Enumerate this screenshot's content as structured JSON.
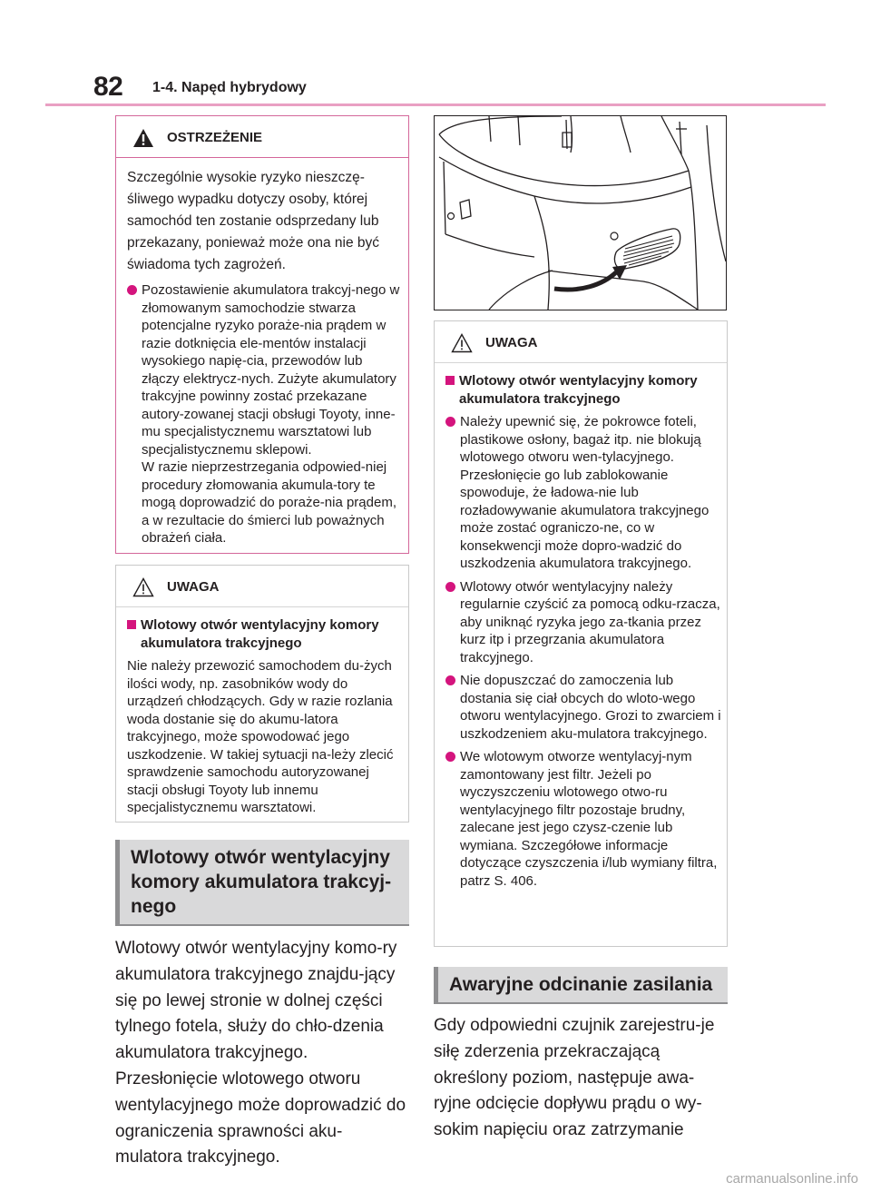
{
  "header": {
    "page_number": "82",
    "section": "1-4. Napęd hybrydowy"
  },
  "left": {
    "warning": {
      "title": "OSTRZEŻENIE",
      "intro": "Szczególnie wysokie ryzyko nieszczę-śliwego wypadku dotyczy osoby, której samochód ten zostanie odsprzedany lub przekazany, ponieważ może ona nie być świadoma tych zagrożeń.",
      "bullet": "Pozostawienie akumulatora trakcyj-nego w złomowanym samochodzie stwarza potencjalne ryzyko poraże-nia prądem w razie dotknięcia ele-mentów instalacji wysokiego napię-cia, przewodów lub złączy elektrycz-nych. Zużyte akumulatory trakcyjne powinny zostać przekazane autory-zowanej stacji obsługi Toyoty, inne-mu specjalistycznemu warsztatowi lub specjalistycznemu sklepowi.",
      "bullet_cont": "W razie nieprzestrzegania odpowied-niej procedury złomowania akumula-tory te mogą doprowadzić do poraże-nia prądem, a w rezultacie do śmierci lub poważnych obrażeń ciała."
    },
    "notice": {
      "title": "UWAGA",
      "subhead": "Wlotowy otwór wentylacyjny komory akumulatora trakcyjnego",
      "text": "Nie należy przewozić samochodem du-żych ilości wody, np. zasobników wody do urządzeń chłodzących. Gdy w razie rozlania woda dostanie się do akumu-latora trakcyjnego, może spowodować jego uszkodzenie. W takiej sytuacji na-leży zlecić sprawdzenie samochodu autoryzowanej stacji obsługi Toyoty lub innemu specjalistycznemu warsztatowi."
    },
    "heading": "Wlotowy otwór wentylacyjny komory akumulatora trakcyj-nego",
    "body": "Wlotowy otwór wentylacyjny komo-ry akumulatora trakcyjnego znajdu-jący się po lewej stronie w dolnej części tylnego fotela, służy do chło-dzenia akumulatora trakcyjnego. Przesłonięcie wlotowego otworu wentylacyjnego może doprowadzić do ograniczenia sprawności aku-mulatora trakcyjnego."
  },
  "right": {
    "notice": {
      "title": "UWAGA",
      "subhead": "Wlotowy otwór wentylacyjny komory akumulatora trakcyjnego",
      "bullets": [
        "Należy upewnić się, że pokrowce foteli, plastikowe osłony, bagaż itp. nie blokują wlotowego otworu wen-tylacyjnego. Przesłonięcie go lub zablokowanie spowoduje, że ładowa-nie lub rozładowywanie akumulatora trakcyjnego może zostać ograniczo-ne, co w konsekwencji może dopro-wadzić do uszkodzenia akumulatora trakcyjnego.",
        "Wlotowy otwór wentylacyjny należy regularnie czyścić za pomocą odku-rzacza, aby uniknąć ryzyka jego za-tkania przez kurz itp i przegrzania akumulatora trakcyjnego.",
        "Nie dopuszczać do zamoczenia lub dostania się ciał obcych do wloto-wego otworu wentylacyjnego. Grozi to zwarciem i uszkodzeniem aku-mulatora trakcyjnego.",
        "We wlotowym otworze wentylacyj-nym zamontowany jest filtr. Jeżeli po wyczyszczeniu wlotowego otwo-ru wentylacyjnego filtr pozostaje brudny, zalecane jest jego czysz-czenie lub wymiana. Szczegółowe informacje dotyczące czyszczenia i/lub wymiany filtra, patrz S. 406."
      ]
    },
    "heading": "Awaryjne odcinanie zasilania",
    "body": "Gdy odpowiedni czujnik zarejestru-je siłę zderzenia przekraczającą określony poziom, następuje awa-ryjne odcięcie dopływu prądu o wy-sokim napięciu oraz zatrzymanie"
  },
  "watermark": "carmanualsonline.info",
  "colors": {
    "accent": "#d4147d",
    "rule": "#e9a0c3",
    "heading_bg": "#d9d9da"
  }
}
